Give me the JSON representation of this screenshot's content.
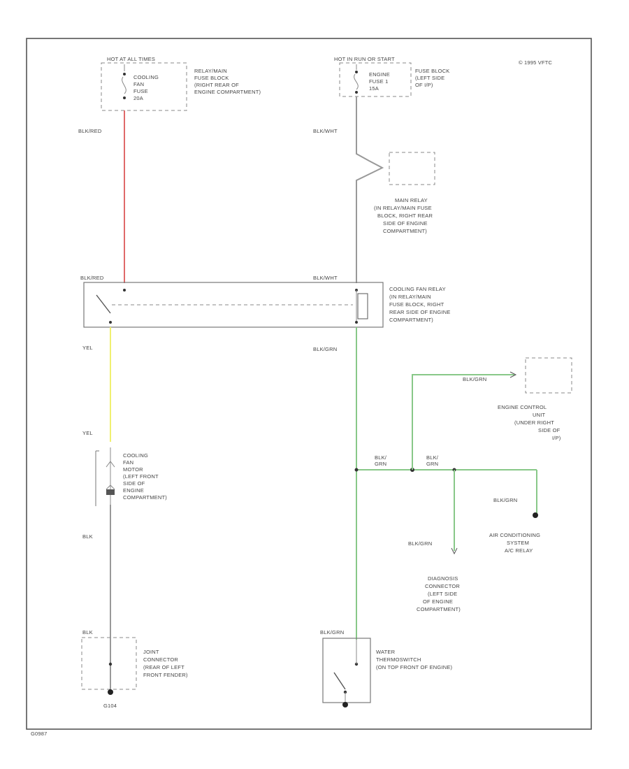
{
  "copyright": "© 1995 VFTC",
  "figure_id": "G0987",
  "colors": {
    "blk_red": "#e06a6a",
    "yel": "#f0f070",
    "blk_grn": "#88c888",
    "blk": "#999999",
    "blk_wht": "#999999"
  },
  "fuse_left": {
    "header": "HOT AT ALL TIMES",
    "fuse_lines": [
      "COOLING",
      "FAN",
      "FUSE",
      "20A"
    ],
    "location_lines": [
      "RELAY/MAIN",
      "FUSE BLOCK",
      "(RIGHT REAR OF",
      "ENGINE COMPARTMENT)"
    ]
  },
  "fuse_right": {
    "header": "HOT IN RUN OR START",
    "fuse_lines": [
      "ENGINE",
      "FUSE 1",
      "15A"
    ],
    "location_lines": [
      "FUSE BLOCK",
      "(LEFT SIDE",
      "OF I/P)"
    ]
  },
  "main_relay": {
    "lines": [
      "MAIN RELAY",
      "(IN RELAY/MAIN FUSE",
      "BLOCK, RIGHT REAR",
      "SIDE OF ENGINE",
      "COMPARTMENT)"
    ]
  },
  "cooling_fan_relay": {
    "lines": [
      "COOLING FAN RELAY",
      "(IN RELAY/MAIN",
      "FUSE BLOCK, RIGHT",
      "REAR SIDE OF ENGINE",
      "COMPARTMENT)"
    ]
  },
  "ecu": {
    "lines": [
      "ENGINE CONTROL",
      "UNIT",
      "(UNDER RIGHT",
      "SIDE OF",
      "I/P)"
    ]
  },
  "fan_motor": {
    "lines": [
      "COOLING",
      "FAN",
      "MOTOR",
      "(LEFT FRONT",
      "SIDE OF",
      "ENGINE",
      "COMPARTMENT)"
    ]
  },
  "ac_relay": {
    "lines": [
      "AIR CONDITIONING",
      "SYSTEM",
      "A/C RELAY"
    ]
  },
  "diag_connector": {
    "lines": [
      "DIAGNOSIS",
      "CONNECTOR",
      "(LEFT SIDE",
      "OF ENGINE",
      "COMPARTMENT)"
    ]
  },
  "joint_connector": {
    "lines": [
      "JOINT",
      "CONNECTOR",
      "(REAR OF LEFT",
      "FRONT FENDER)"
    ]
  },
  "thermoswitch": {
    "lines": [
      "WATER",
      "THERMOSWITCH",
      "(ON TOP FRONT OF ENGINE)"
    ]
  },
  "ground_label": "G104",
  "wire_labels": {
    "blk_red_top": "BLK/RED",
    "blk_red_relay": "BLK/RED",
    "blk_wht_top": "BLK/WHT",
    "blk_wht_relay": "BLK/WHT",
    "yel_top": "YEL",
    "yel_motor": "YEL",
    "blk_grn_relay": "BLK/GRN",
    "blk_grn_ecu": "BLK/GRN",
    "blk_grn_splice1": "BLK/\nGRN",
    "blk_grn_splice2": "BLK/\nGRN",
    "blk_grn_ac": "BLK/GRN",
    "blk_grn_diag": "BLK/GRN",
    "blk_grn_thermo": "BLK/GRN",
    "blk_motor": "BLK",
    "blk_ground": "BLK"
  }
}
